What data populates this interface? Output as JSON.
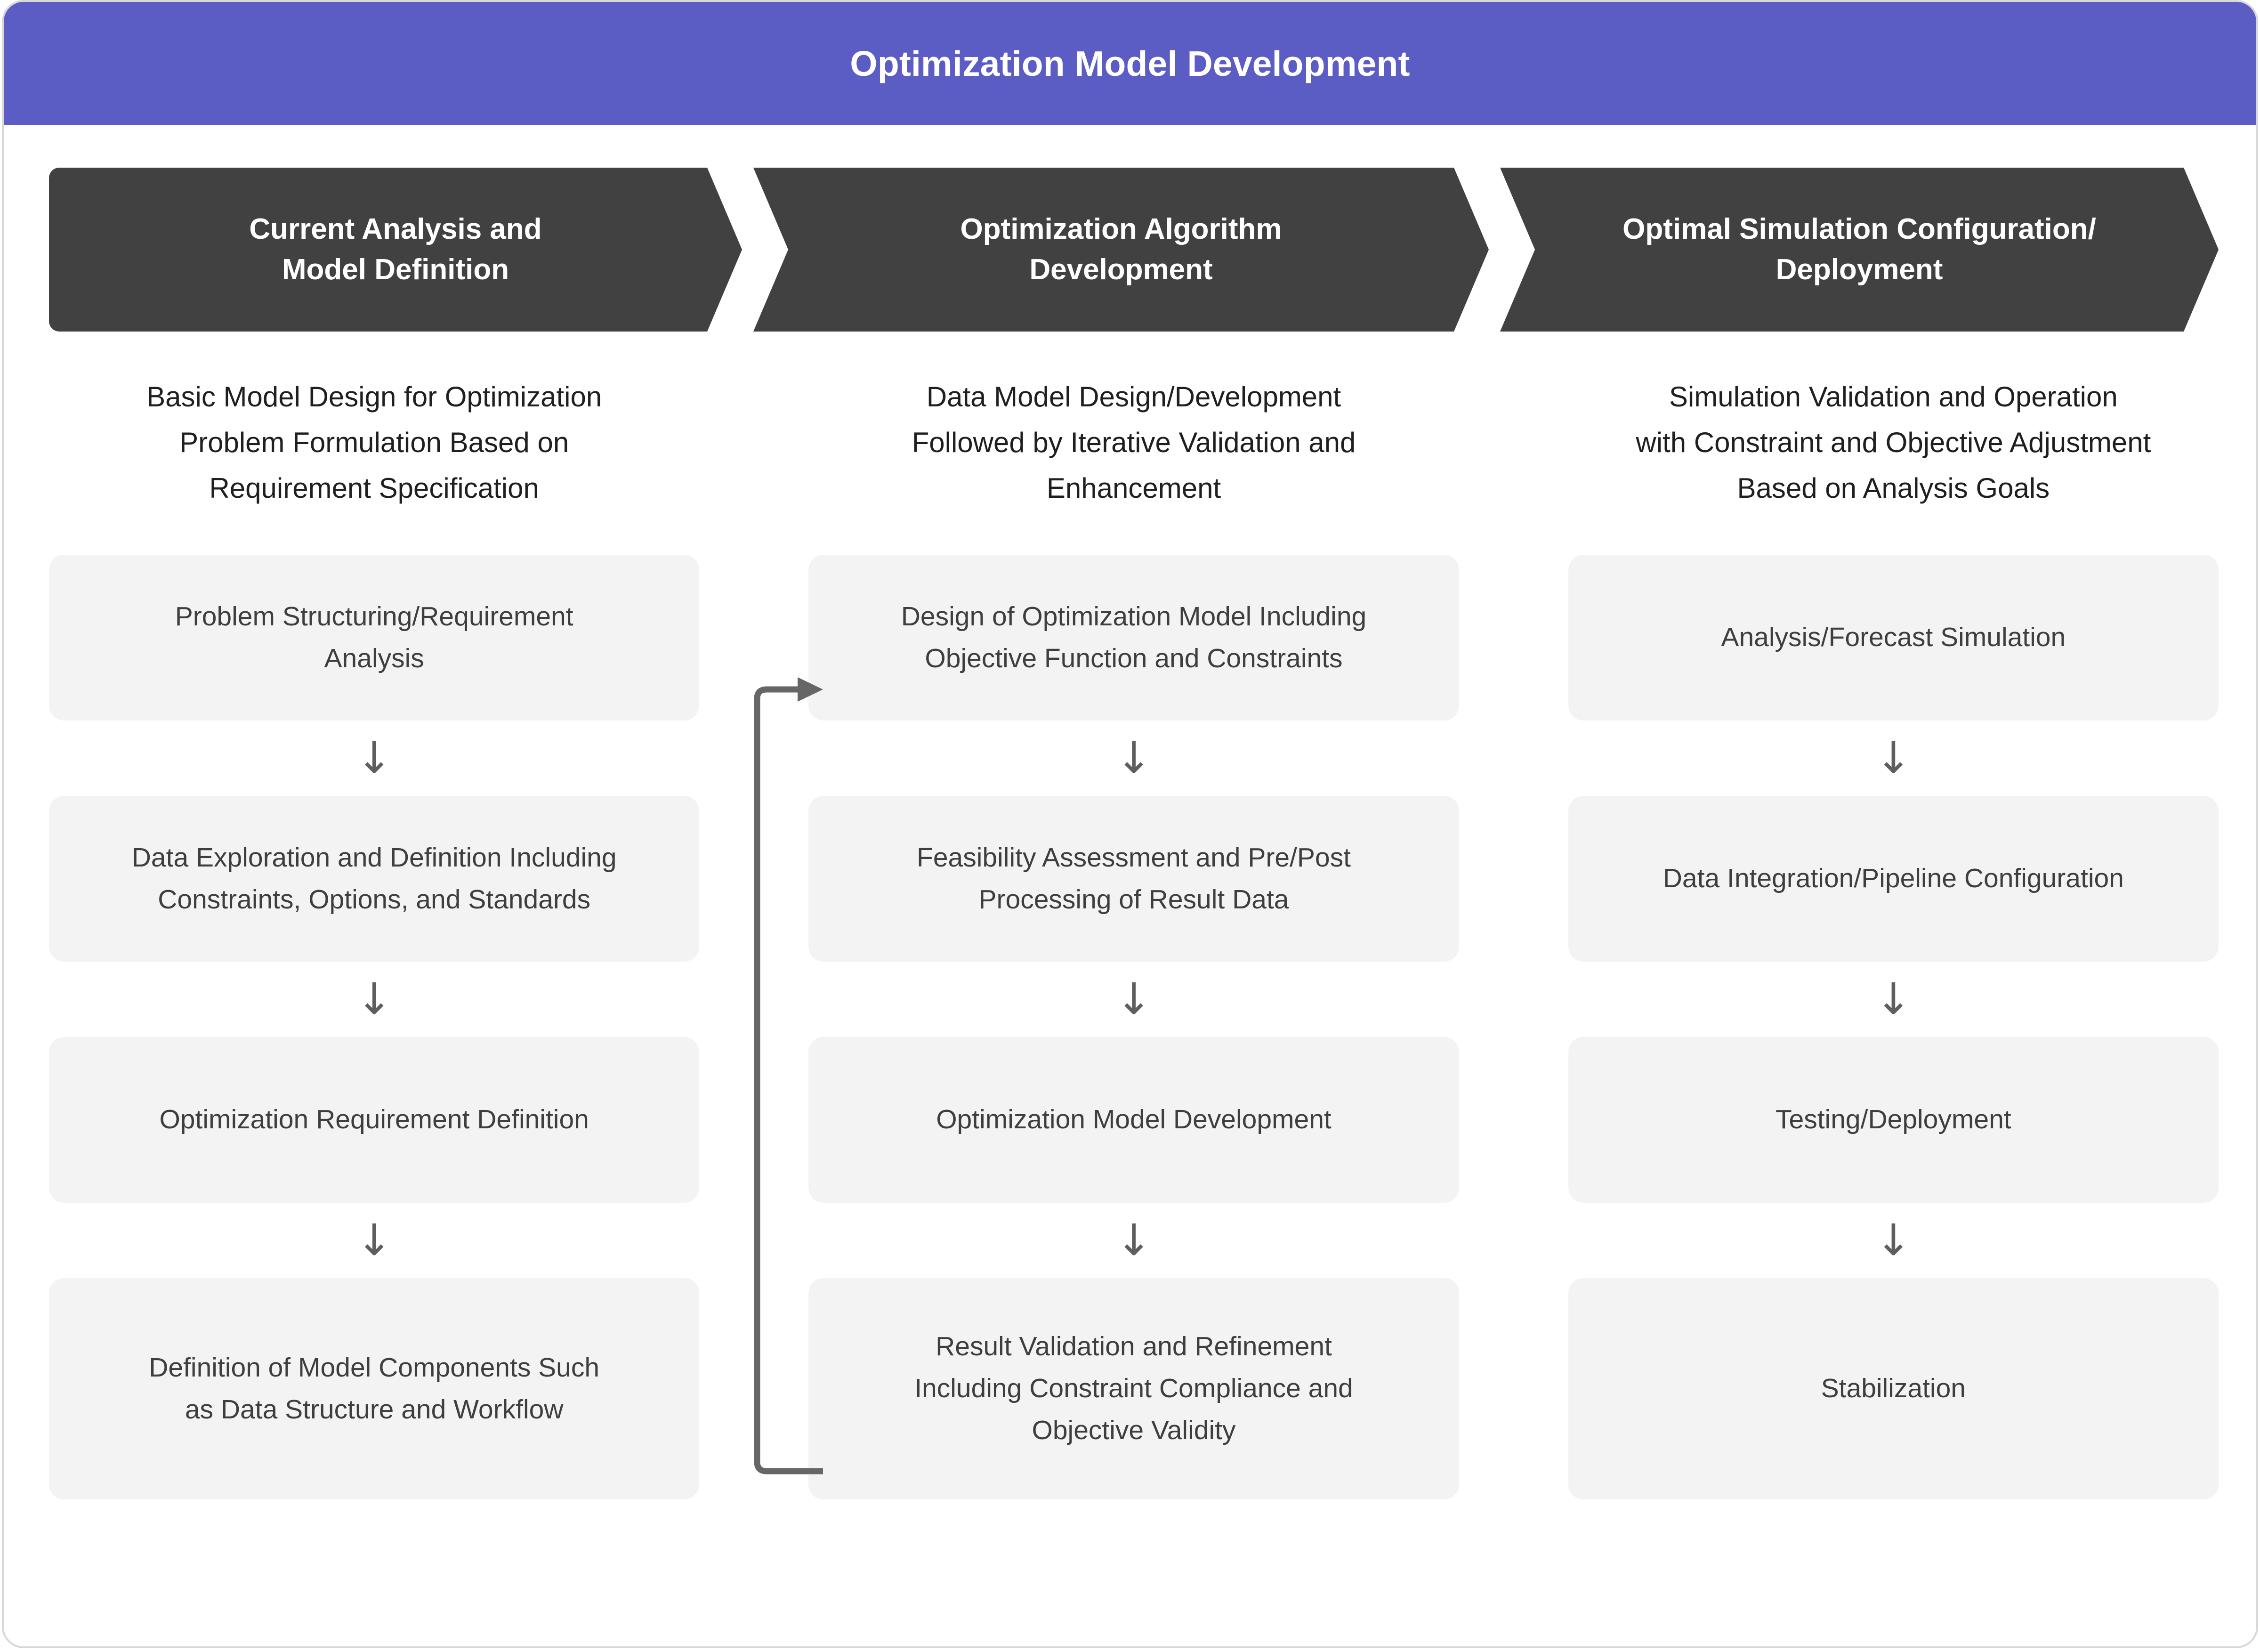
{
  "header": {
    "title": "Optimization Model Development",
    "background_color": "#5C5DC4",
    "text_color": "#FFFFFF"
  },
  "phases": [
    {
      "chevron_label": "Current Analysis and\nModel Definition",
      "description": "Basic Model Design for Optimization\nProblem Formulation Based on\nRequirement Specification",
      "steps": [
        "Problem Structuring/Requirement\nAnalysis",
        "Data Exploration and Definition Including\nConstraints, Options, and Standards",
        "Optimization Requirement Definition",
        "Definition of Model Components Such\nas Data Structure and Workflow"
      ]
    },
    {
      "chevron_label": "Optimization Algorithm\nDevelopment",
      "description": "Data Model Design/Development\nFollowed by Iterative Validation and\nEnhancement",
      "steps": [
        "Design of Optimization Model Including\nObjective Function and Constraints",
        "Feasibility Assessment and Pre/Post\nProcessing of Result Data",
        "Optimization Model Development",
        "Result Validation and Refinement\nIncluding Constraint Compliance and\nObjective Validity"
      ]
    },
    {
      "chevron_label": "Optimal Simulation Configuration/\nDeployment",
      "description": "Simulation Validation and Operation\nwith Constraint and Objective Adjustment\nBased on Analysis Goals",
      "steps": [
        "Analysis/Forecast Simulation",
        "Data Integration/Pipeline Configuration",
        "Testing/Deployment",
        "Stabilization"
      ]
    }
  ],
  "connectors": {
    "down_arrow_glyph": "↓",
    "arrow_color": "#5E5E5E",
    "feedback_loop_color": "#666666"
  },
  "style": {
    "chevron_color": "#414141",
    "step_box_color": "#F3F3F3",
    "step_text_color": "#3E3E3E",
    "frame_border_color": "#D8D8D8"
  }
}
